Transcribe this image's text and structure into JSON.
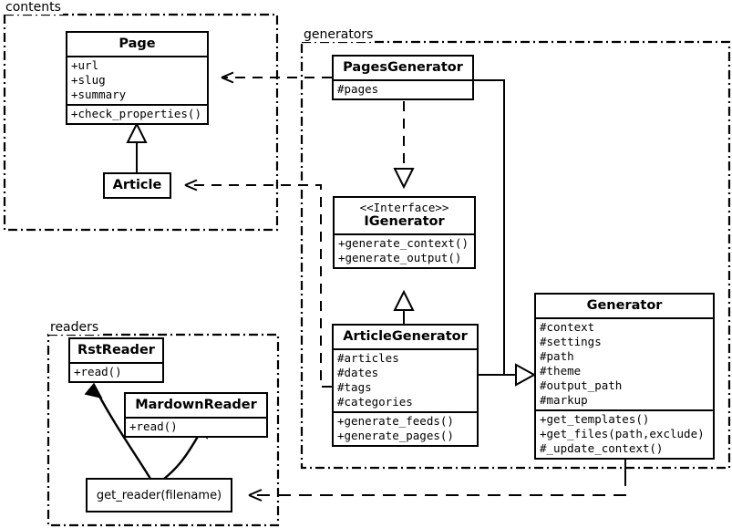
{
  "diagram": {
    "type": "uml-class-diagram",
    "title": "",
    "stroke_color": "#000000",
    "background_color": "#ffffff"
  },
  "packages": [
    {
      "id": "contents",
      "label": "contents"
    },
    {
      "id": "generators",
      "label": "generators"
    },
    {
      "id": "readers",
      "label": "readers"
    }
  ],
  "classes": {
    "page": {
      "name": "Page",
      "attributes": [
        "+url",
        "+slug",
        "+summary"
      ],
      "operations": [
        "+check_properties()"
      ]
    },
    "article": {
      "name": "Article",
      "attributes": [],
      "operations": []
    },
    "pages_generator": {
      "name": "PagesGenerator",
      "attributes": [
        "#pages"
      ],
      "operations": []
    },
    "igenerator": {
      "stereotype": "<<Interface>>",
      "name": "IGenerator",
      "attributes": [],
      "operations": [
        "+generate_context()",
        "+generate_output()"
      ]
    },
    "article_generator": {
      "name": "ArticleGenerator",
      "attributes": [
        "#articles",
        "#dates",
        "#tags",
        "#categories"
      ],
      "operations": [
        "+generate_feeds()",
        "+generate_pages()"
      ]
    },
    "generator": {
      "name": "Generator",
      "attributes": [
        "#context",
        "#settings",
        "#path",
        "#theme",
        "#output_path",
        "#markup"
      ],
      "operations": [
        "+get_templates()",
        "+get_files(path,exclude)",
        "#_update_context()"
      ]
    },
    "rst_reader": {
      "name": "RstReader",
      "attributes": [],
      "operations": [
        "+read()"
      ]
    },
    "mardown_reader": {
      "name": "MardownReader",
      "attributes": [],
      "operations": [
        "+read()"
      ]
    }
  },
  "functions": {
    "get_reader": {
      "label": "get_reader(filename)"
    }
  },
  "relationships": [
    {
      "from": "pages_generator",
      "to": "page",
      "type": "dependency"
    },
    {
      "from": "article_generator",
      "to": "article",
      "type": "dependency"
    },
    {
      "from": "article",
      "to": "page",
      "type": "generalization"
    },
    {
      "from": "pages_generator",
      "to": "igenerator",
      "type": "realization"
    },
    {
      "from": "article_generator",
      "to": "igenerator",
      "type": "generalization"
    },
    {
      "from": "pages_generator",
      "to": "generator",
      "type": "generalization"
    },
    {
      "from": "article_generator",
      "to": "generator",
      "type": "generalization"
    },
    {
      "from": "generator",
      "to": "get_reader",
      "type": "dependency"
    },
    {
      "from": "get_reader",
      "to": "rst_reader",
      "type": "association"
    },
    {
      "from": "get_reader",
      "to": "mardown_reader",
      "type": "association"
    }
  ]
}
